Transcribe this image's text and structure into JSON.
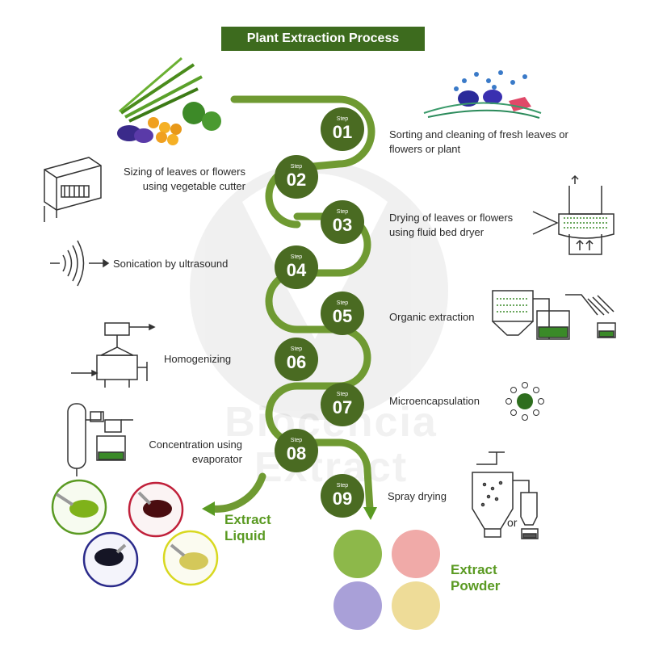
{
  "title": "Plant Extraction Process",
  "watermark": {
    "line1": "Biocencia",
    "line2": "Extract"
  },
  "step_word": "Step",
  "steps": [
    {
      "num": "01",
      "desc": "Sorting and cleaning of fresh leaves or flowers or plant"
    },
    {
      "num": "02",
      "desc": "Sizing of leaves or flowers using vegetable cutter"
    },
    {
      "num": "03",
      "desc": "Drying of leaves or flowers using fluid bed dryer"
    },
    {
      "num": "04",
      "desc": "Sonication by ultrasound"
    },
    {
      "num": "05",
      "desc": "Organic extraction"
    },
    {
      "num": "06",
      "desc": "Homogenizing"
    },
    {
      "num": "07",
      "desc": "Microencapsulation"
    },
    {
      "num": "08",
      "desc": "Concentration using evaporator"
    },
    {
      "num": "09",
      "desc": "Spray drying"
    }
  ],
  "outputs": {
    "liquid": {
      "line1": "Extract",
      "line2": "Liquid"
    },
    "powder": {
      "line1": "Extract",
      "line2": "Powder"
    },
    "or_label": "or"
  },
  "colors": {
    "title_bg": "#3d6b1e",
    "step_circle": "#4a6b22",
    "arc": "#6f9a32",
    "accent": "#5a9a22",
    "liquid_spoons": [
      "#7fb21a",
      "#4a0d10",
      "#151525",
      "#d4c85a"
    ],
    "liquid_rings": [
      "#5a9a22",
      "#c0203a",
      "#2a2a8a",
      "#d8d820"
    ],
    "powders": [
      "#8db84a",
      "#f0aaa8",
      "#a9a0d8",
      "#eedc98"
    ]
  }
}
